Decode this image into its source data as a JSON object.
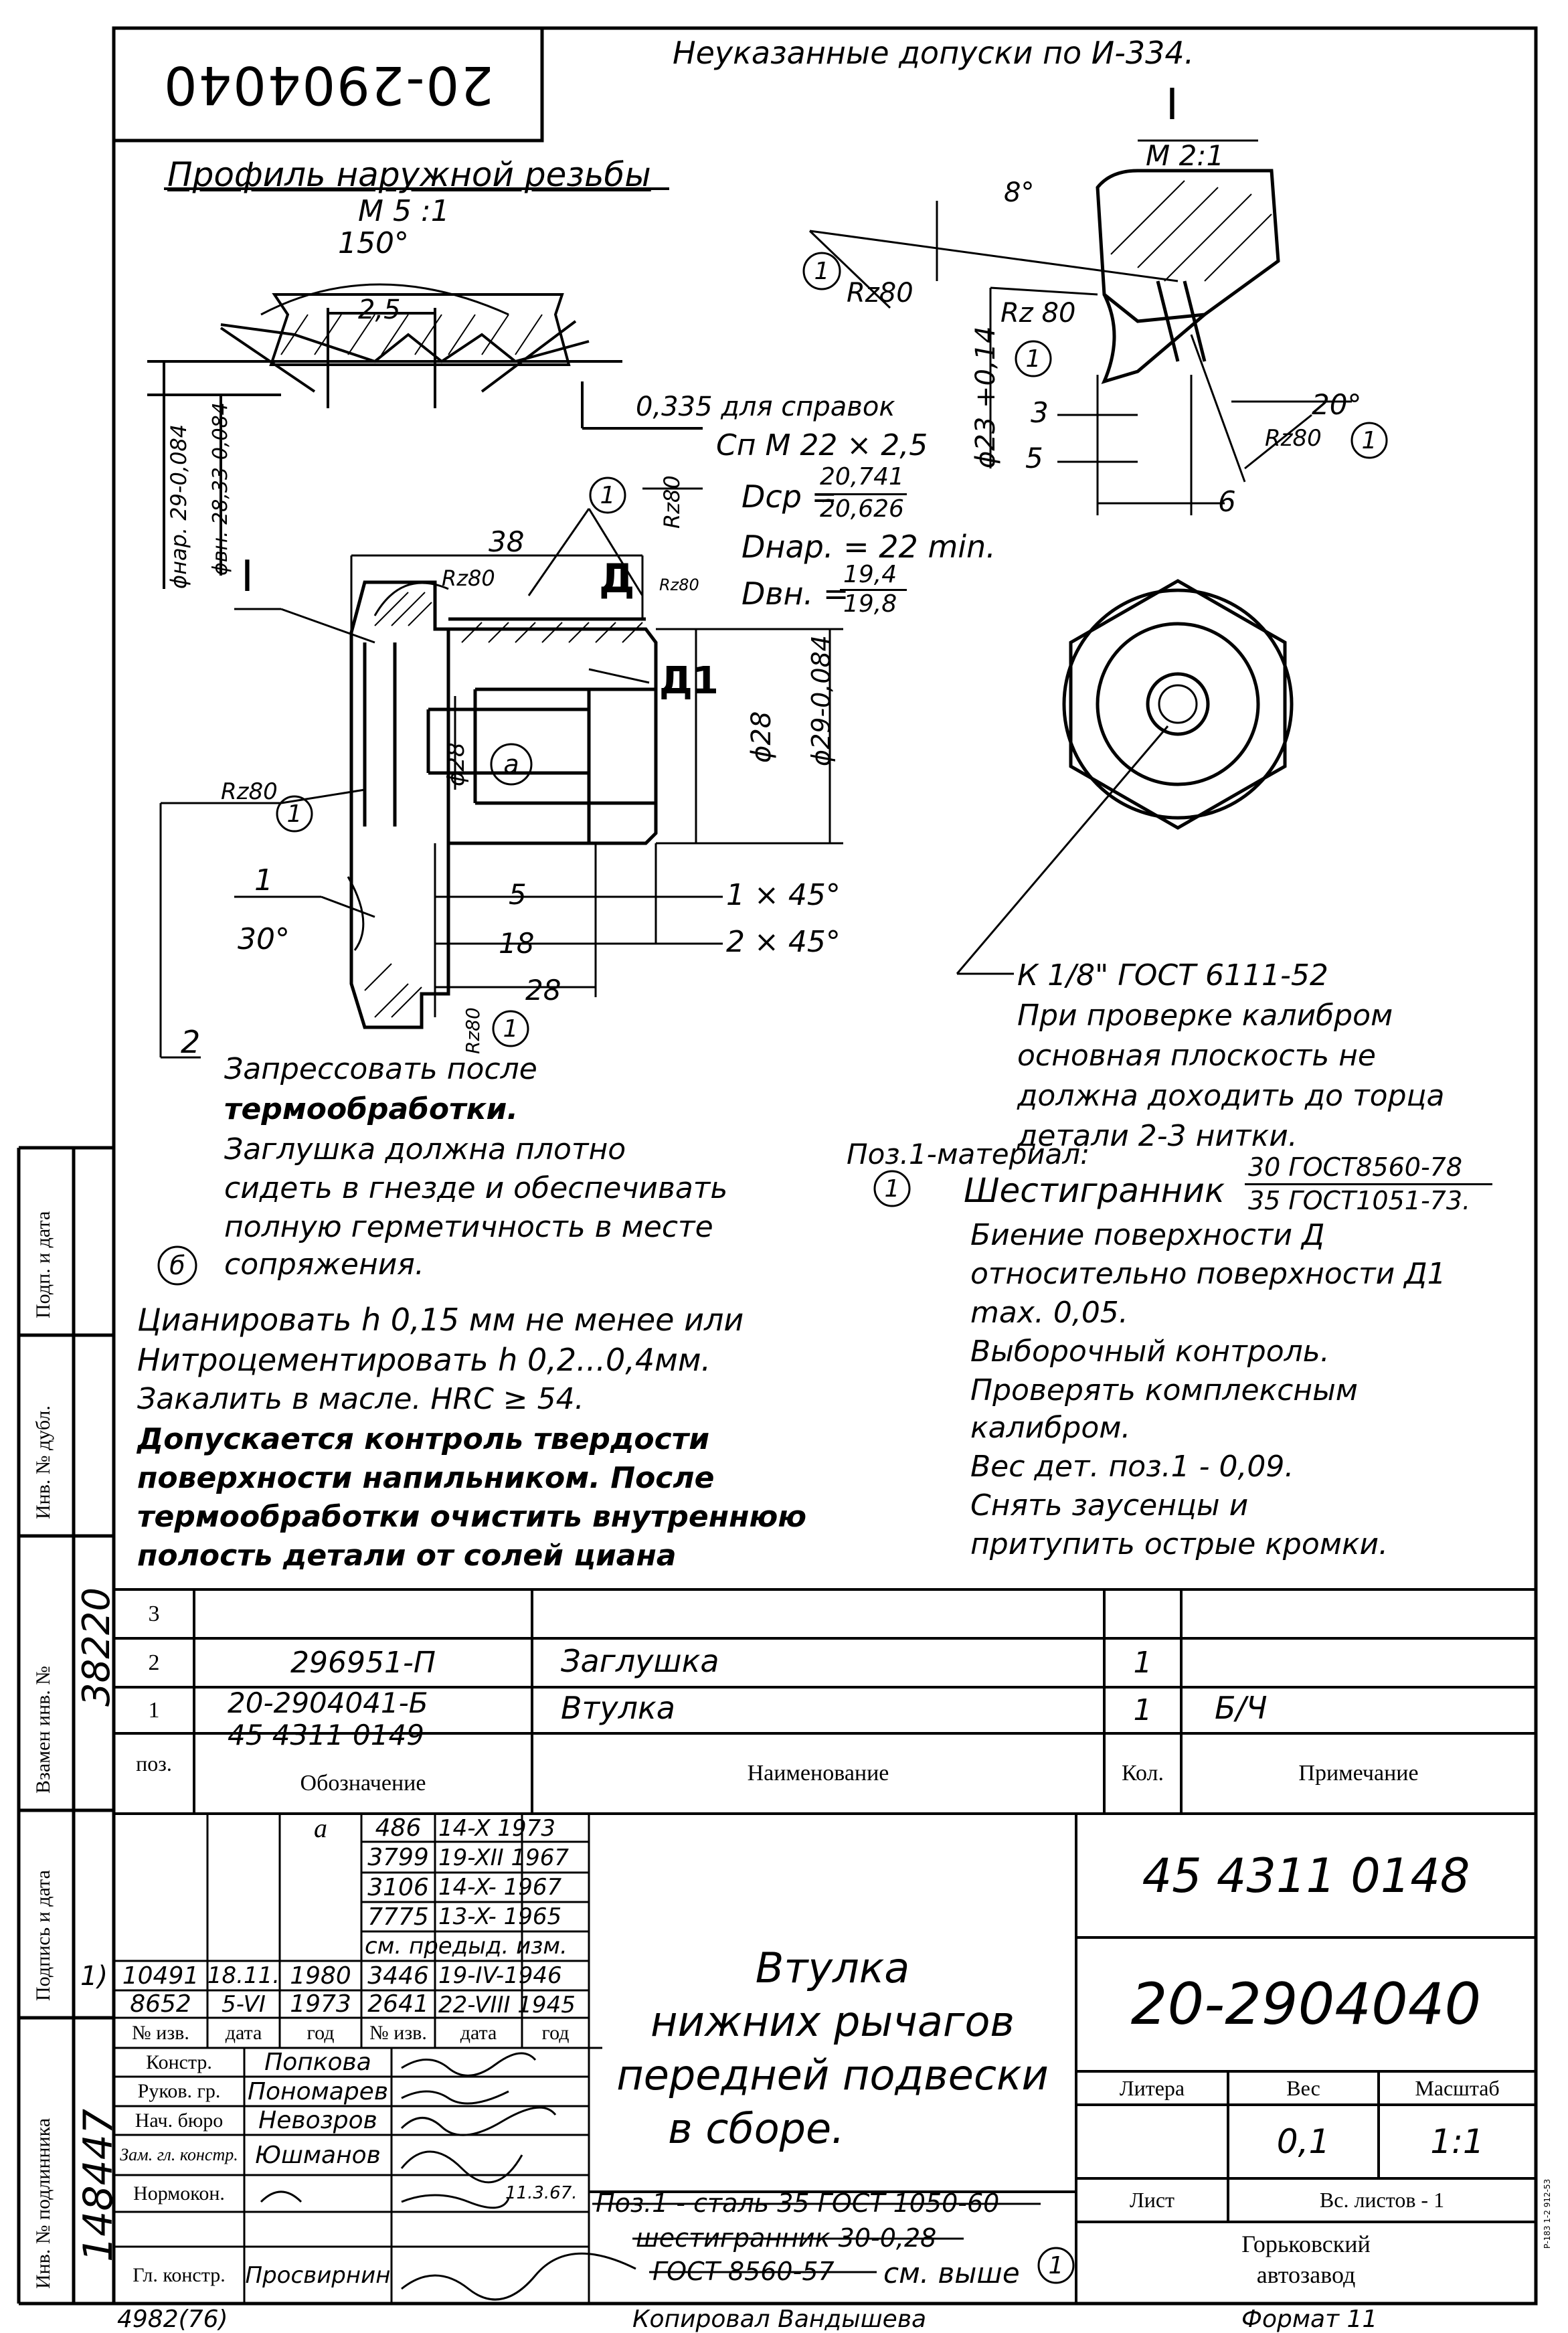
{
  "drawing_number_rotated": "20-2904040",
  "top_note": "Неуказанные допуски по И-334.",
  "thread_profile": {
    "title": "Профиль наружной резьбы",
    "scale": "М 5 :1",
    "angle": "150°",
    "pitch": "2,5",
    "ref_note": "0,335 для справок",
    "d_outer": "ϕнар. 29-0,084",
    "d_inner": "ϕвн. 28,33-0,084"
  },
  "thread_spec": {
    "line1": "Сп М 22 × 2,5",
    "dcp": "Dср =",
    "dcp_top": "20,741",
    "dcp_bottom": "20,626",
    "dnar": "Dнар. = 22 min.",
    "dvn": "Dвн. =",
    "dvn_top": "19,4",
    "dvn_bottom": "19,8"
  },
  "detail_I": {
    "label": "I",
    "scale": "М 2:1",
    "angle8": "8°",
    "rz1": "Rz80",
    "rz2": "Rz 80",
    "dia": "ϕ23 +0,14",
    "dim3": "3",
    "dim5": "5",
    "dim6": "6",
    "angle20": "20°",
    "rz3": "Rz80",
    "circ": "1"
  },
  "main_view": {
    "dim38": "38",
    "rz80_top": "Rz80",
    "rz80_side": "Rz80",
    "rz80_small": "Rz80",
    "D": "Д",
    "D1": "Д1",
    "I_label": "I",
    "d28_inner": "ϕ28",
    "d28": "ϕ28",
    "d29": "ϕ29-0,084",
    "a_label": "а",
    "rz80_left": "Rz80",
    "dim5": "5",
    "dim1": "1",
    "angle30": "30°",
    "dim18": "18",
    "dim28": "28",
    "ch1": "1 × 45°",
    "ch2": "2 × 45°",
    "rz80_bottom": "Rz80",
    "pos2": "2",
    "circ": "1"
  },
  "hex_note": {
    "line1": "К 1/8\" ГОСТ 6111-52",
    "line2": "При проверке калибром",
    "line3": "основная плоскость не",
    "line4": "должна доходить до торца",
    "line5": "детали 2-3 нитки."
  },
  "press_note": {
    "line1": "Запрессовать после",
    "line2": "термообработки.",
    "line3": "Заглушка должна плотно",
    "line4": "сидеть в гнезде и обеспечивать",
    "line5": "полную герметичность в месте",
    "line6": "сопряжения."
  },
  "material_note": {
    "pos": "Поз.1-материал:",
    "hex": "Шестигранник",
    "frac_top": "30 ГОСТ8560-78",
    "frac_bottom": "35 ГОСТ1051-73.",
    "b1": "Биение поверхности Д",
    "b2": "относительно поверхности Д1",
    "b3": "max. 0,05.",
    "b4": "Выборочный контроль.",
    "b5": "Проверять комплексным",
    "b6": "калибром.",
    "b7": "Вес дет. поз.1 - 0,09.",
    "b8": "Снять заусенцы и",
    "b9": "притупить острые кромки."
  },
  "heat_note": {
    "mark": "б",
    "l1": "Цианировать h 0,15 мм не менее или",
    "l2": "Нитроцементировать h 0,2...0,4мм.",
    "l3": "Закалить в масле. HRC ≥ 54.",
    "l4": "Допускается контроль твердости",
    "l5": "поверхности напильником. После",
    "l6": "термообработки очистить внутреннюю",
    "l7": "полость детали от солей циана"
  },
  "spec_table": {
    "rows": [
      {
        "pos": "3",
        "designation": "",
        "name": "",
        "qty": "",
        "note": ""
      },
      {
        "pos": "2",
        "designation": "296951-П",
        "name": "Заглушка",
        "qty": "1",
        "note": ""
      },
      {
        "pos": "1",
        "designation": "20-2904041-Б",
        "designation2": "45 4311 0149",
        "name": "Втулка",
        "qty": "1",
        "note": "Б/Ч"
      }
    ],
    "headers": {
      "pos": "поз.",
      "designation": "Обозначение",
      "name": "Наименование",
      "qty": "Кол.",
      "note": "Примечание"
    }
  },
  "changes": {
    "rows": [
      [
        "",
        "",
        "а",
        "486",
        "14-X 1973",
        ""
      ],
      [
        "",
        "",
        "",
        "3799",
        "19-XII 1967",
        ""
      ],
      [
        "",
        "",
        "",
        "3106",
        "14-X- 1967",
        ""
      ],
      [
        "",
        "",
        "",
        "7775",
        "13-X- 1965",
        ""
      ],
      [
        "",
        "",
        "",
        "см. предыд. изм.",
        "",
        ""
      ],
      [
        "10491",
        "18.11.",
        "1980",
        "3446",
        "19-IV-1946",
        ""
      ],
      [
        "8652",
        "5-VI",
        "1973",
        "2641",
        "22-VIII 1945",
        ""
      ]
    ],
    "side_mark": "1)",
    "headers": [
      "№ изв.",
      "дата",
      "год",
      "№ изв.",
      "дата",
      "год"
    ]
  },
  "title_block": {
    "code": "45 4311 0148",
    "number": "20-2904040",
    "name_l1": "Втулка",
    "name_l2": "нижних рычагов",
    "name_l3": "передней подвески",
    "name_l4": "в сборе.",
    "litera": "Литера",
    "ves": "Вес",
    "masshtab": "Масштаб",
    "ves_val": "0,1",
    "masshtab_val": "1:1",
    "list": "Лист",
    "listov": "Вс. листов - 1",
    "org1": "Горьковский",
    "org2": "автозавод",
    "struck1": "Поз.1 - сталь 35 ГОСТ 1050-60",
    "struck2": "шестигранник 30-0,28",
    "struck3": "ГОСТ 8560-57",
    "see_above": "см. выше",
    "circ": "1",
    "roles": [
      {
        "role": "Констр.",
        "name": "Попкова"
      },
      {
        "role": "Руков. гр.",
        "name": "Пономарев"
      },
      {
        "role": "Нач. бюро",
        "name": "Невозров"
      },
      {
        "role": "Зам. гл. констр.",
        "name": "Юшманов"
      },
      {
        "role": "Нормокон.",
        "name": ""
      },
      {
        "role": "Гл. констр.",
        "name": "Просвирнин"
      }
    ],
    "norm_date": "11.3.67."
  },
  "side_strip": {
    "podp_data": "Подп. и дата",
    "inv_dubl": "Инв. № дубл.",
    "vzamen": "Взамен инв. №",
    "vzamen_val": "38220",
    "podp_data2": "Подпись и дата",
    "inv_podl": "Инв. № подлинника",
    "inv_podl_val": "148447"
  },
  "footer": {
    "left": "4982(76)",
    "center": "Копировал Вандышева",
    "right": "Формат 11",
    "tiny": "Р-183 1-2 912-53"
  }
}
